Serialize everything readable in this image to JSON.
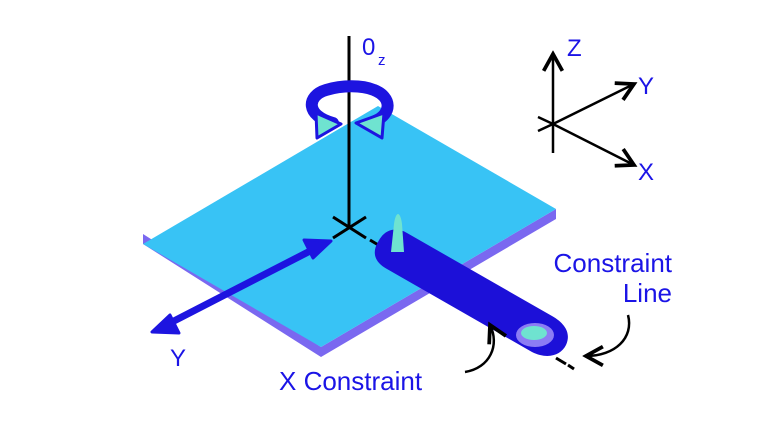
{
  "labels": {
    "rotation_axis": "0",
    "rotation_axis_sub": "z",
    "axis_z": "Z",
    "axis_y": "Y",
    "axis_x": "X",
    "translation_y": "Y",
    "constraint_line_1": "Constraint",
    "constraint_line_2": "Line",
    "x_constraint": "X Constraint"
  },
  "colors": {
    "label": "#1b14e6",
    "plate_top": "#38c3f5",
    "plate_edge": "#7a68f0",
    "part_body": "#1c10d8",
    "part_hole_ring": "#8c7cf4",
    "part_hole": "#6fe3d0",
    "pin": "#6fe3d0",
    "rotation_arrow": "#1d14e0",
    "rotation_arrow_head": "#6fe3d0",
    "lines": "#000000"
  },
  "icons": {
    "rotation": "curved-rotation-arrow-icon",
    "triad": "xyz-axis-triad-icon",
    "translation": "double-headed-arrow-icon"
  }
}
